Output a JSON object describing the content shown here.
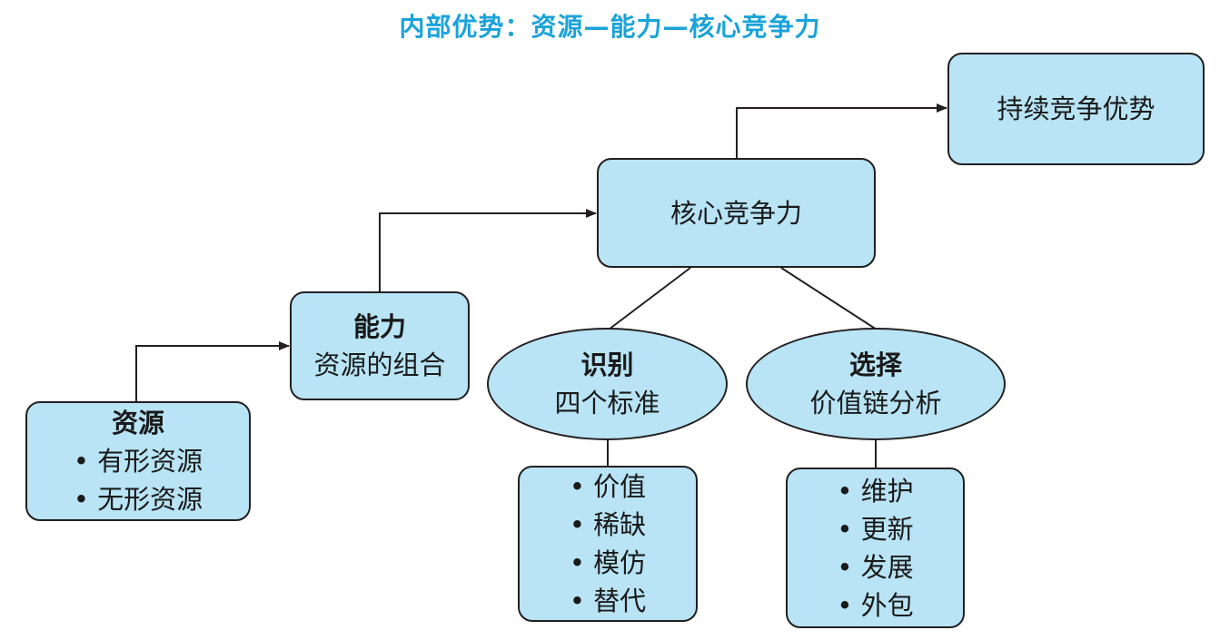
{
  "colors": {
    "box_fill": "#b8e4f5",
    "title_text": "#1aa3d9",
    "line": "#231f20"
  },
  "title": "内部优势：资源—能力—核心竞争力",
  "nodes": {
    "resources": {
      "heading": "资源",
      "items": [
        "有形资源",
        "无形资源"
      ]
    },
    "capability": {
      "heading": "能力",
      "subtitle": "资源的组合"
    },
    "core_competence": {
      "label": "核心竞争力"
    },
    "sustained_advantage": {
      "label": "持续竞争优势"
    },
    "identify": {
      "heading": "识别",
      "subtitle": "四个标准",
      "items": [
        "价值",
        "稀缺",
        "模仿",
        "替代"
      ]
    },
    "select": {
      "heading": "选择",
      "subtitle": "价值链分析",
      "items": [
        "维护",
        "更新",
        "发展",
        "外包"
      ]
    }
  }
}
